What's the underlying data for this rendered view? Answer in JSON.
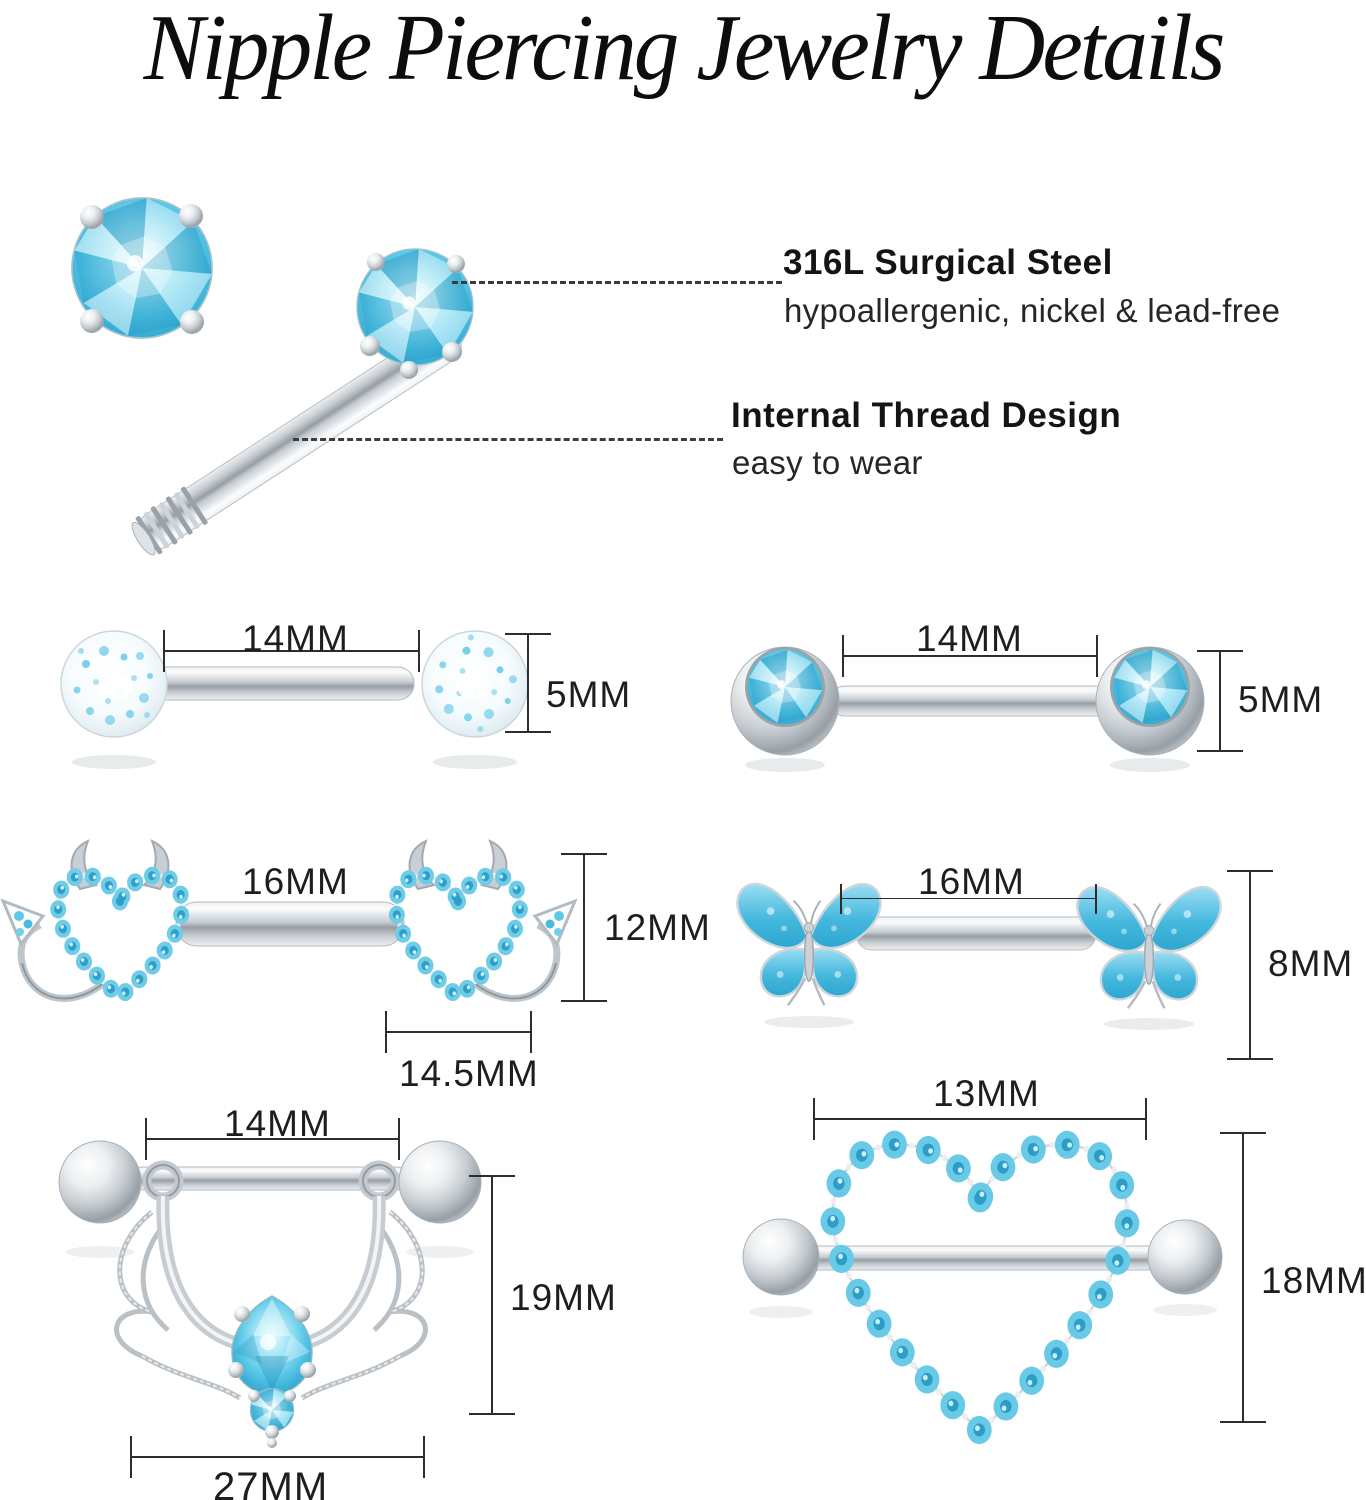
{
  "title": "Nipple Piercing Jewelry Details",
  "callouts": {
    "material": {
      "heading": "316L Surgical Steel",
      "sub": "hypoallergenic, nickel & lead-free"
    },
    "thread": {
      "heading": "Internal Thread Design",
      "sub": "easy to wear"
    }
  },
  "dimensions": {
    "glitter_barbell": {
      "length": "14MM",
      "ball": "5MM"
    },
    "gem_barbell": {
      "length": "14MM",
      "ball": "5MM"
    },
    "devil_heart_barbell": {
      "length": "16MM",
      "height": "12MM",
      "charm": "14.5MM"
    },
    "butterfly_barbell": {
      "length": "16MM",
      "height": "8MM"
    },
    "lace_dangle_ring": {
      "length": "14MM",
      "height": "19MM",
      "width": "27MM"
    },
    "heart_shield_ring": {
      "width": "13MM",
      "height": "18MM"
    }
  },
  "colors": {
    "accent_aqua": "#5ec9e8",
    "aqua_deep": "#2d9dc7",
    "steel": "#c6ccd1",
    "text": "#1e1e1e"
  }
}
